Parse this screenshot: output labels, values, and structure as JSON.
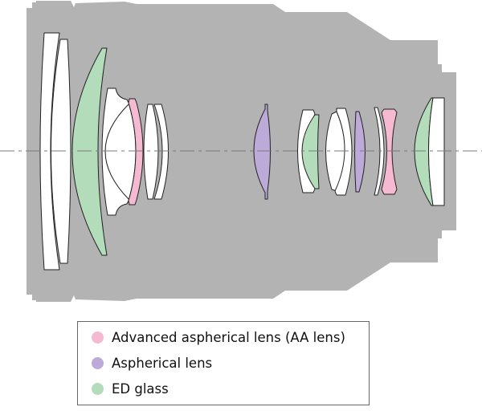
{
  "colors": {
    "body": "#b3b3b3",
    "glass": "#ffffff",
    "aa_lens": "#f5b9d1",
    "aspherical": "#bcaad8",
    "ed_glass": "#b2dcba",
    "axis": "#7a7a7a"
  },
  "legend": {
    "items": [
      {
        "label": "Advanced aspherical lens (AA lens)",
        "type": "aa_lens"
      },
      {
        "label": "Aspherical lens",
        "type": "aspherical"
      },
      {
        "label": "ED glass",
        "type": "ed_glass"
      }
    ]
  }
}
